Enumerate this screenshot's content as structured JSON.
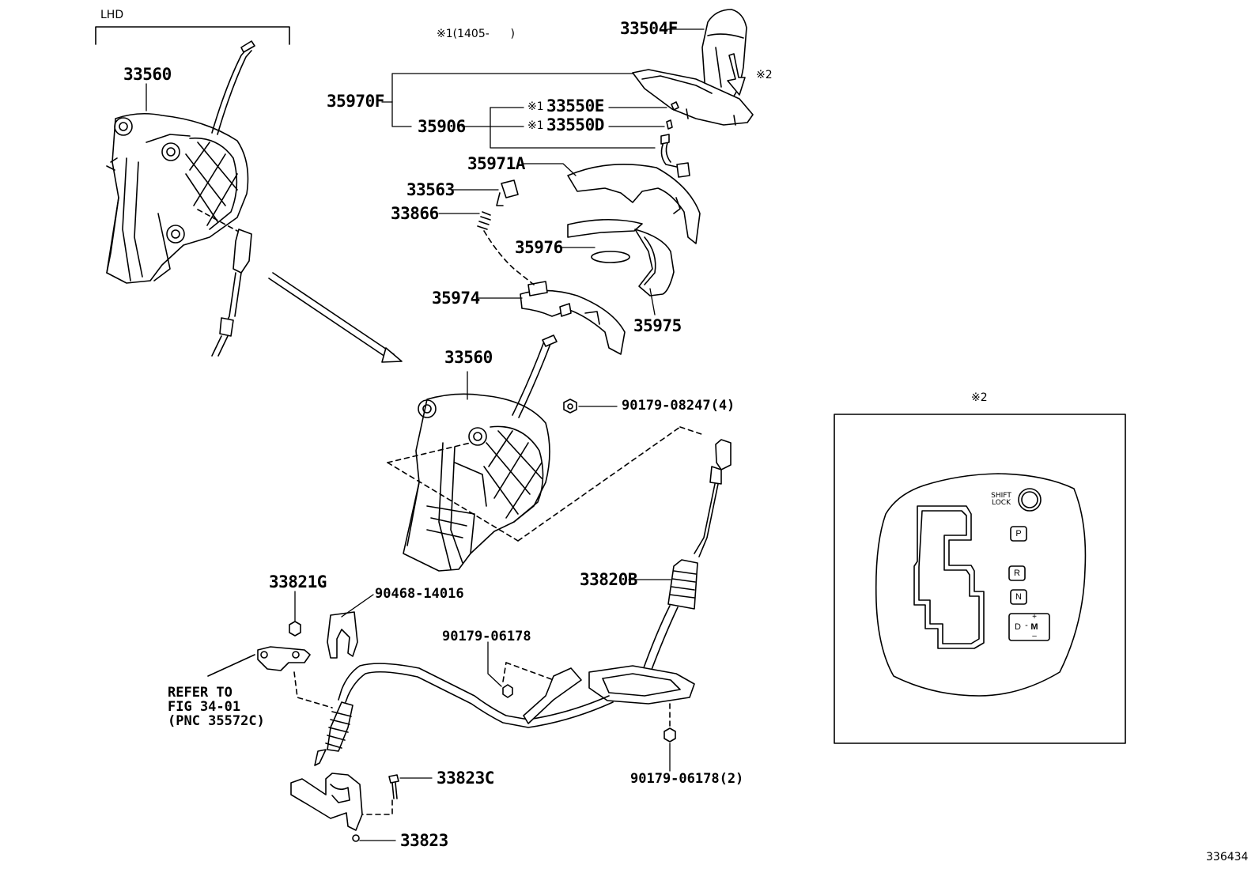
{
  "diagram": {
    "region_label": "LHD",
    "date_note": "※1(1405-      )",
    "figure_id": "336434",
    "note_mark": "※2",
    "mark1": "※1",
    "refer_lines": [
      "REFER TO",
      "FIG 34-01",
      "(PNC 35572C)"
    ],
    "parts": {
      "p33504F": "33504F",
      "p35970F": "35970F",
      "p35906": "35906",
      "p33550E": "33550E",
      "p33550D": "33550D",
      "p35971A": "35971A",
      "p33563": "33563",
      "p33866": "33866",
      "p35976": "35976",
      "p35974": "35974",
      "p35975": "35975",
      "p33560_lhd": "33560",
      "p33560": "33560",
      "p90179_08247": "90179-08247(4)",
      "p33821G": "33821G",
      "p90468_14016": "90468-14016",
      "p90179_06178": "90179-06178",
      "p33820B": "33820B",
      "p90179_06178_2": "90179-06178(2)",
      "p33823C": "33823C",
      "p33823": "33823"
    },
    "detail": {
      "title": "※2",
      "shift_lock": "SHIFT\nLOCK",
      "gates": [
        "P",
        "R",
        "N",
        "D"
      ],
      "manual": "M",
      "plus": "+",
      "minus": "–"
    }
  }
}
